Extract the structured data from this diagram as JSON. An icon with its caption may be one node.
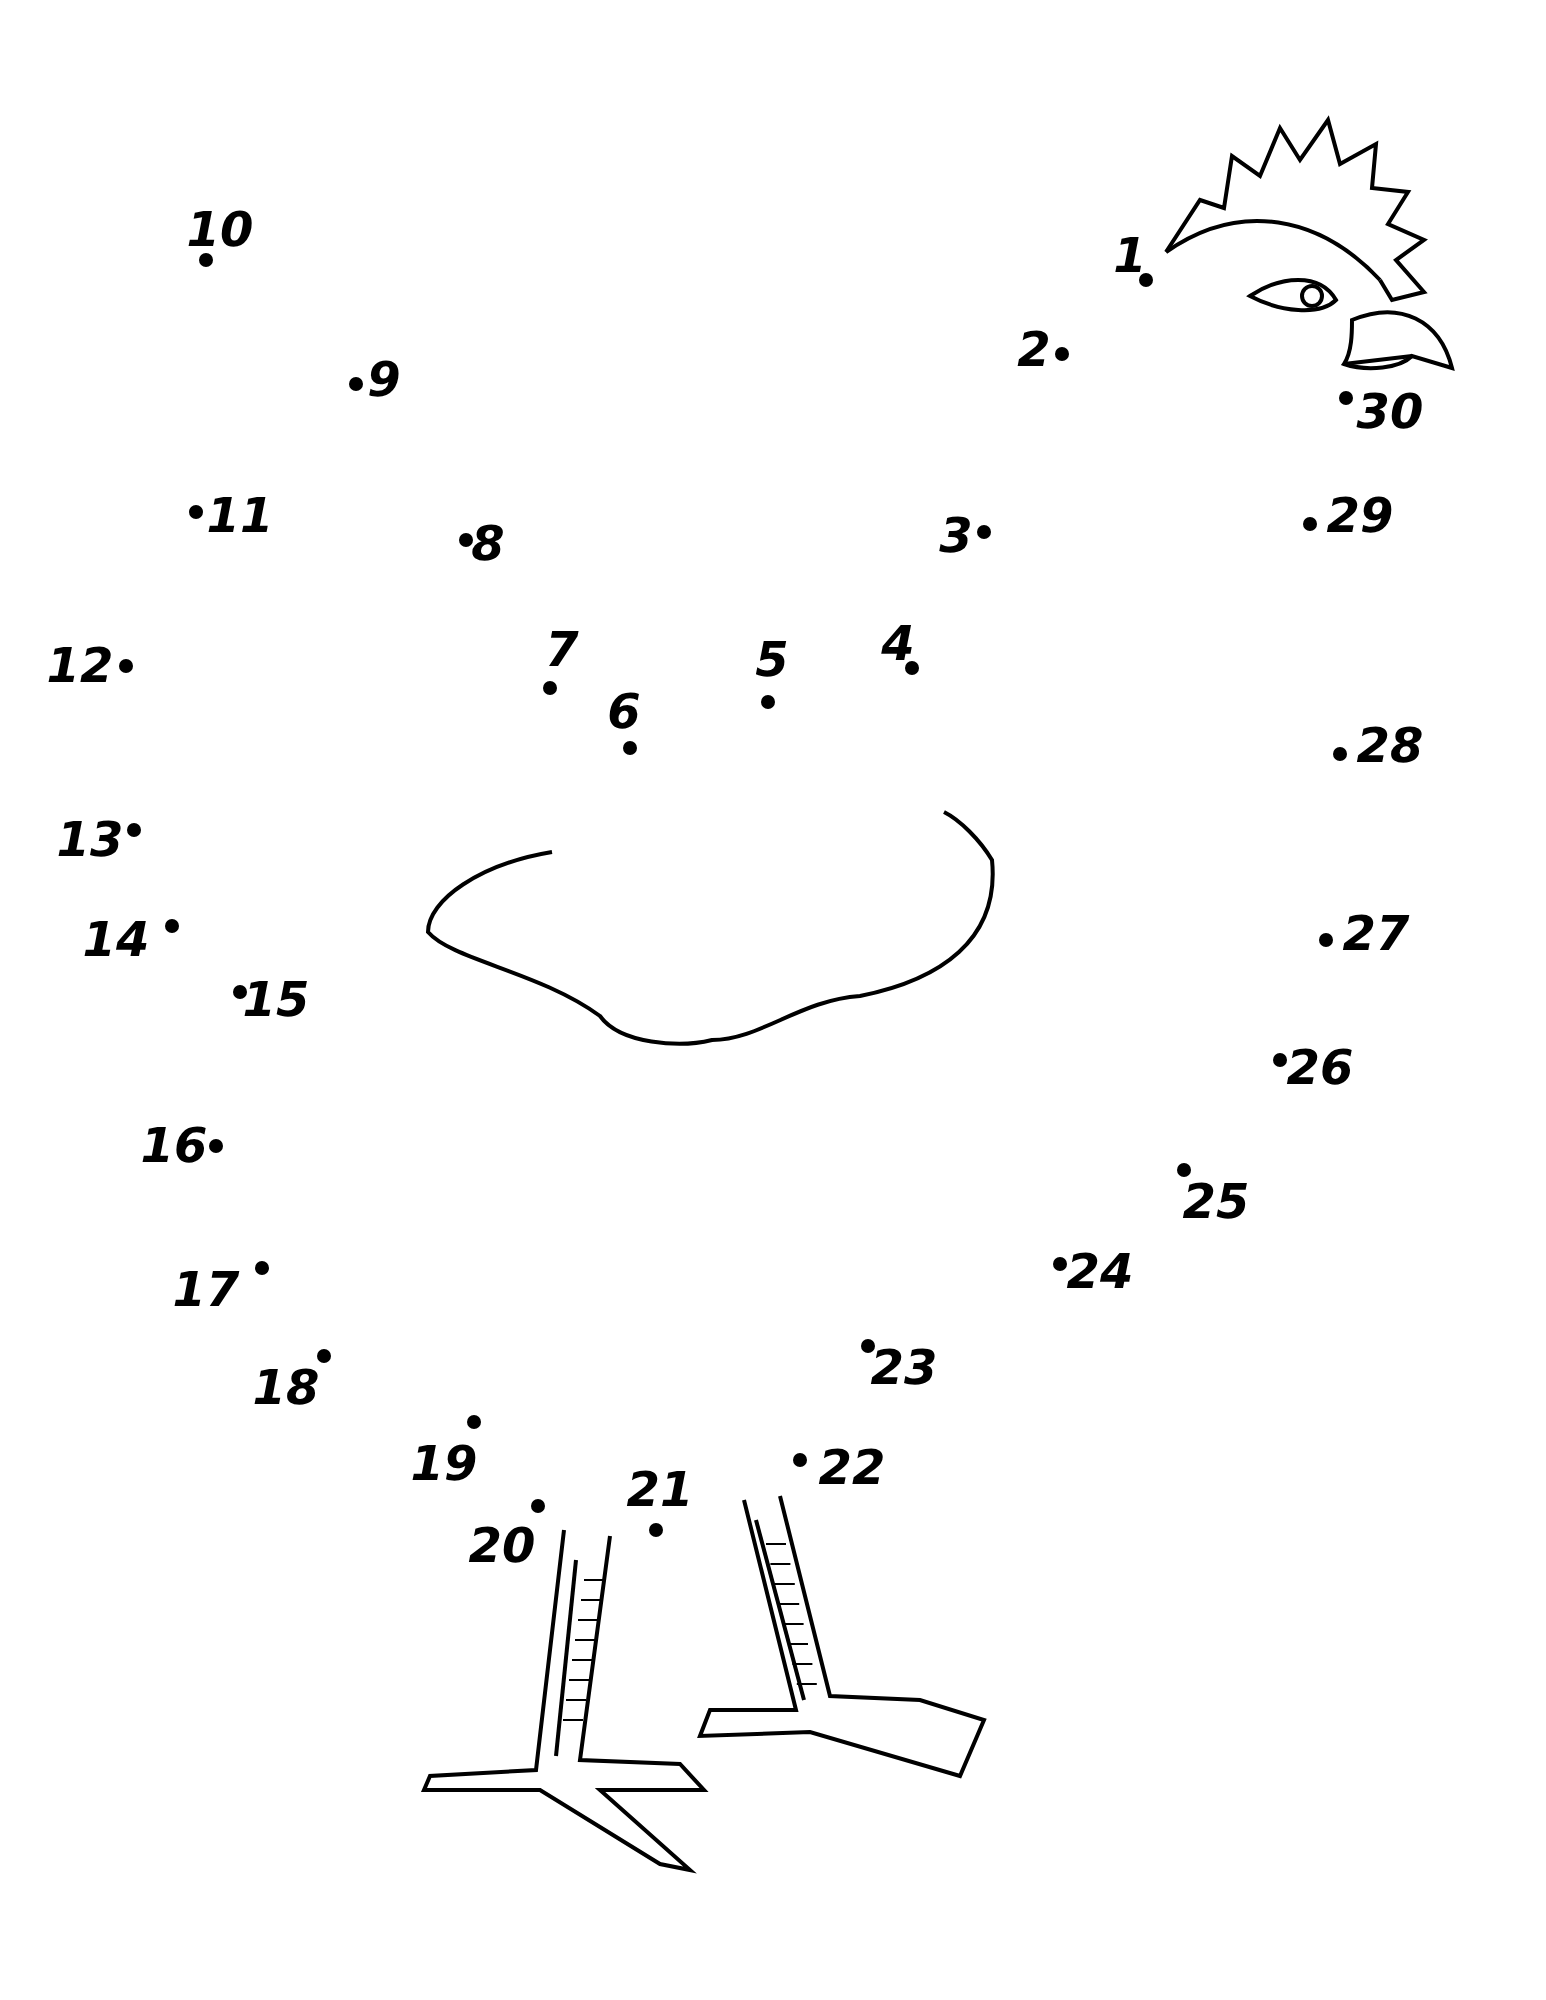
{
  "diagram": {
    "labels": [
      "1",
      "2",
      "3",
      "4",
      "5",
      "6",
      "7",
      "8",
      "9",
      "10",
      "11",
      "12",
      "13",
      "14",
      "15",
      "16",
      "17",
      "18",
      "19",
      "20",
      "21",
      "22",
      "23",
      "24",
      "25",
      "26",
      "27",
      "28",
      "29",
      "30"
    ]
  }
}
